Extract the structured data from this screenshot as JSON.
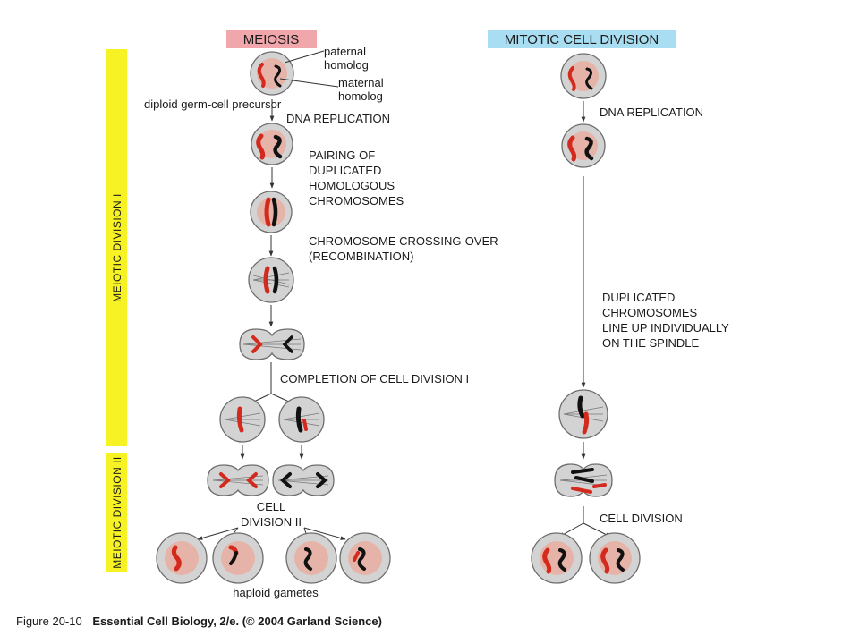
{
  "headers": {
    "meiosis": "MEIOSIS",
    "mitosis": "MITOTIC CELL DIVISION",
    "meiosis_bg": "#f0a6aa",
    "mitosis_bg": "#a9ddf2"
  },
  "side_bars": {
    "division_one": "MEIOTIC DIVISION I",
    "division_two": "MEIOTIC DIVISION II",
    "color": "#f7f224"
  },
  "meiosis_labels": {
    "paternal": [
      "paternal",
      "homolog"
    ],
    "maternal": [
      "maternal",
      "homolog"
    ],
    "precursor": "diploid germ-cell precursor",
    "replication": "DNA REPLICATION",
    "pairing": [
      "PAIRING OF",
      "DUPLICATED",
      "HOMOLOGOUS",
      "CHROMOSOMES"
    ],
    "crossing": [
      "CHROMOSOME CROSSING-OVER",
      "(RECOMBINATION)"
    ],
    "completion": "COMPLETION OF CELL DIVISION I",
    "division_two": [
      "CELL",
      "DIVISION II"
    ],
    "gametes": "haploid gametes"
  },
  "mitosis_labels": {
    "replication": "DNA REPLICATION",
    "lineup": [
      "DUPLICATED",
      "CHROMOSOMES",
      "LINE UP INDIVIDUALLY",
      "ON THE SPINDLE"
    ],
    "division": "CELL DIVISION"
  },
  "caption": {
    "figure": "Figure 20-10",
    "source": "Essential Cell Biology, 2/e. (© 2004 Garland Science)"
  },
  "colors": {
    "paternal_chromosome": "#d42a1e",
    "maternal_chromosome": "#111111",
    "cell_fill": "#d3d3d3",
    "nucleus_fill": "#e5b3a8"
  }
}
